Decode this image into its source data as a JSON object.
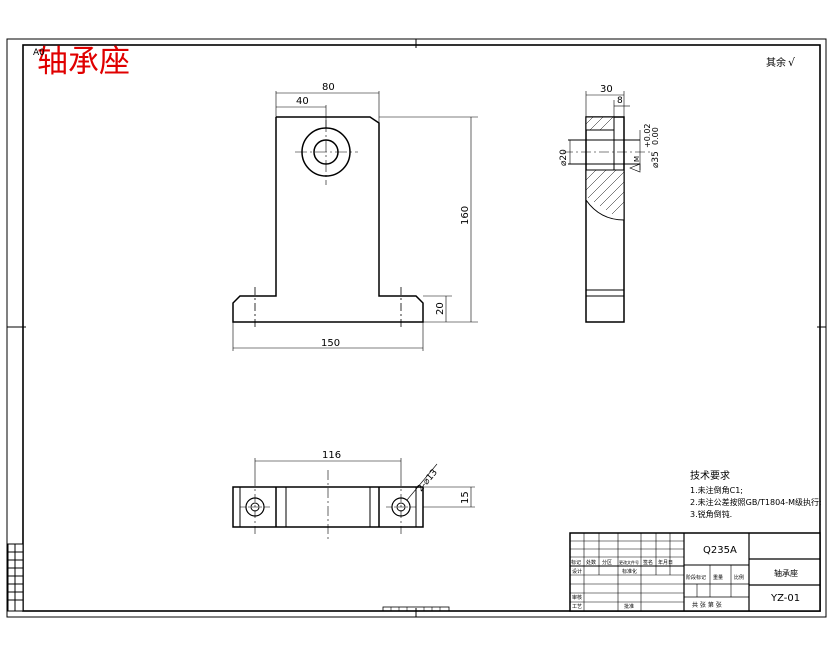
{
  "drawing_title": "轴承座",
  "corner_mark": "A0",
  "roughness_note": "其余",
  "roughness_symbol": "√",
  "front_view": {
    "dim_total_width": "80",
    "dim_hole_offset": "40",
    "dim_height": "160",
    "dim_base_height": "20",
    "dim_base_width": "150"
  },
  "side_view": {
    "dim_width": "30",
    "dim_step": "8",
    "dim_small_dia": "⌀20",
    "dim_bore": "⌀35",
    "dim_bore_tol_upper": "+0.02",
    "dim_bore_tol_lower": "0.00",
    "dim_chamfer": "M"
  },
  "top_view": {
    "dim_hole_spacing": "116",
    "dim_holes": "2-⌀13",
    "dim_depth": "15"
  },
  "tech_requirements": {
    "heading": "技术要求",
    "items": [
      "1.未注倒角C1;",
      "2.未注公差按照GB/T1804-M级执行;",
      "3.锐角倒钝."
    ]
  },
  "title_block": {
    "material": "Q235A",
    "part_name": "轴承座",
    "drawing_number": "YZ-01",
    "scale_row": "共  张  第  张",
    "row_labels": [
      "标记",
      "处数",
      "分区",
      "更改文件号",
      "签名",
      "年月日"
    ],
    "design_label": "设计",
    "check_label": "审核",
    "process_label": "工艺",
    "standard_label": "标准化",
    "approve_label": "批准",
    "stage_label": "阶段标记",
    "weight_label": "重量",
    "ratio_label": "比例"
  }
}
